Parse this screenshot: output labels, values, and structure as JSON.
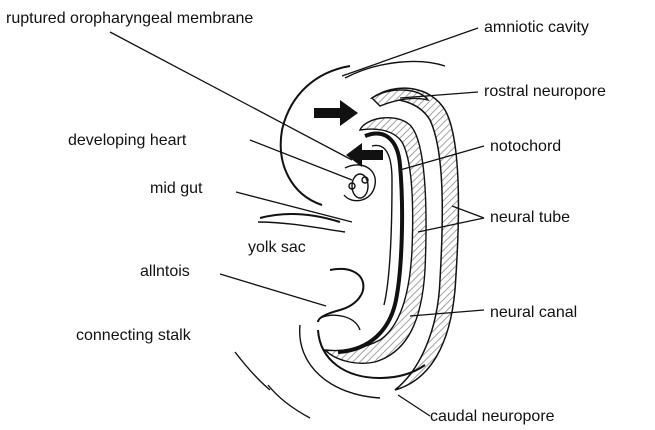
{
  "labels": {
    "ruptured_oropharyngeal_membrane": "ruptured oropharyngeal membrane",
    "amniotic_cavity": "amniotic cavity",
    "rostral_neuropore": "rostral neuropore",
    "developing_heart": "developing heart",
    "notochord": "notochord",
    "mid_gut": "mid gut",
    "neural_tube": "neural tube",
    "yolk_sac": "yolk sac",
    "allantois": "allntois",
    "neural_canal": "neural canal",
    "connecting_stalk": "connecting stalk",
    "caudal_neuropore": "caudal neuropore"
  },
  "colors": {
    "ink": "#111111",
    "hatch": "#8a8a8a",
    "background": "#ffffff"
  }
}
